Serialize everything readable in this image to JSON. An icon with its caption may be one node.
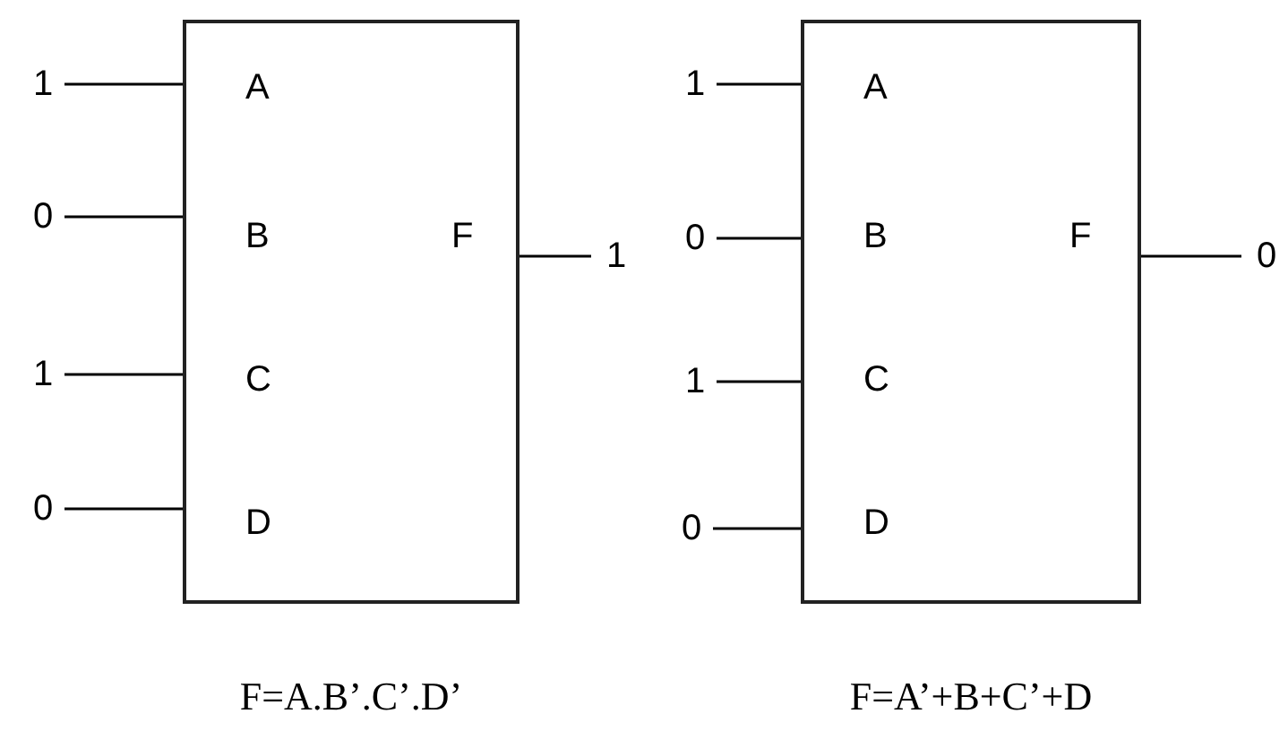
{
  "diagram": {
    "nodes": [
      {
        "text": [
          "A",
          "B",
          "C",
          "D",
          "F"
        ],
        "beside": [
          "F=A.B’.C’.D’"
        ]
      },
      {
        "text": [
          "1"
        ]
      },
      {
        "text": [
          "0"
        ]
      },
      {
        "text": [
          "1"
        ]
      },
      {
        "text": [
          "0"
        ]
      },
      {
        "text": [
          "1"
        ]
      },
      {
        "text": [
          "A",
          "B",
          "C",
          "D",
          "F"
        ],
        "beside": [
          "F=A’+B+C’+D"
        ]
      },
      {
        "text": [
          "1"
        ]
      },
      {
        "text": [
          "0"
        ]
      },
      {
        "text": [
          "1"
        ]
      },
      {
        "text": [
          "0"
        ]
      },
      {
        "text": [
          "0"
        ]
      }
    ],
    "edges": [
      {
        "from": 1,
        "to": 0,
        "arrow": "none"
      },
      {
        "from": 2,
        "to": 0,
        "arrow": "none"
      },
      {
        "from": 3,
        "to": 0,
        "arrow": "none"
      },
      {
        "from": 4,
        "to": 0,
        "arrow": "none"
      },
      {
        "from": 0,
        "to": 5,
        "arrow": "none"
      },
      {
        "from": 7,
        "to": 6,
        "arrow": "none"
      },
      {
        "from": 8,
        "to": 6,
        "arrow": "none"
      },
      {
        "from": 9,
        "to": 6,
        "arrow": "none"
      },
      {
        "from": 10,
        "to": 6,
        "arrow": "none"
      },
      {
        "from": 6,
        "to": 11,
        "arrow": "none"
      }
    ]
  }
}
